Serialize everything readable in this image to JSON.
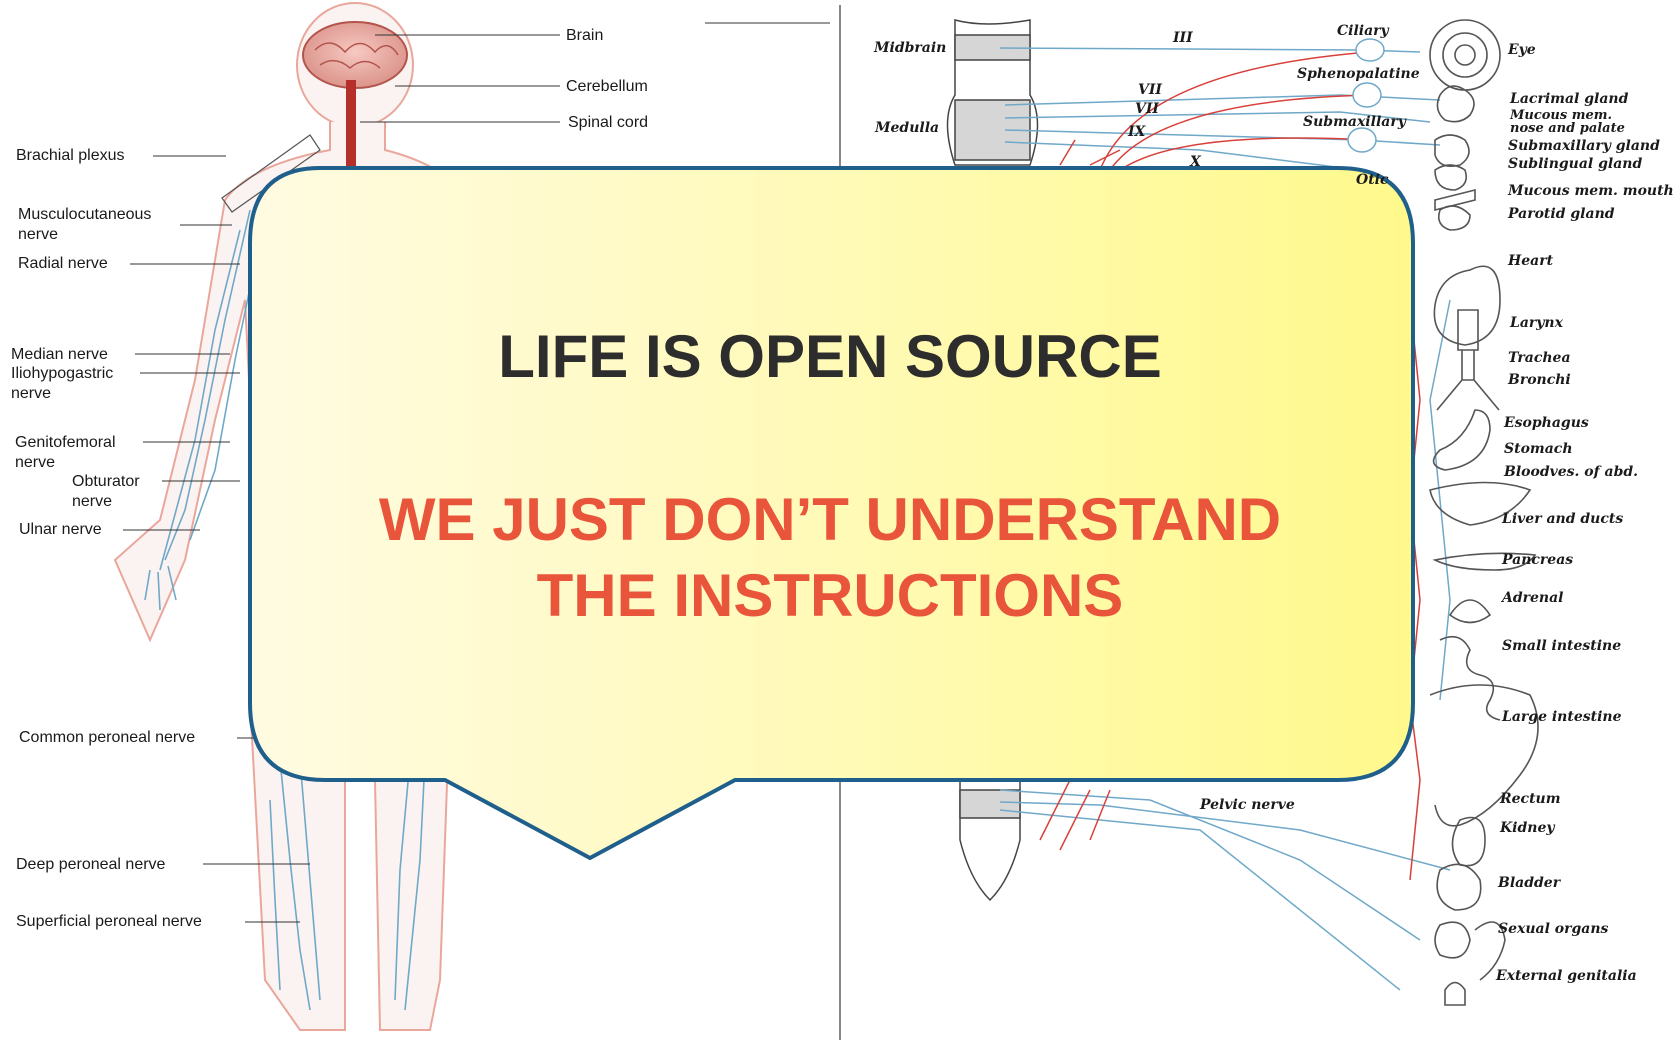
{
  "bubble": {
    "headline": "LIFE IS OPEN SOURCE",
    "tagline_line1": "WE JUST DON’T UNDERSTAND",
    "tagline_line2": "THE INSTRUCTIONS",
    "headline_color": "#2d2d2d",
    "tagline_color": "#e8553a",
    "border_color": "#1f5f8b"
  },
  "left_diagram": {
    "labels": {
      "brain": "Brain",
      "cerebellum": "Cerebellum",
      "spinal_cord": "Spinal cord",
      "brachial_plexus": "Brachial plexus",
      "musculocutaneous": "Musculocutaneous\nnerve",
      "radial": "Radial nerve",
      "median": "Median nerve",
      "iliohypogastric": "Iliohypogastric\nnerve",
      "genitofemoral": "Genitofemoral\nnerve",
      "obturator": "Obturator\nnerve",
      "ulnar": "Ulnar nerve",
      "common_peroneal": "Common peroneal nerve",
      "deep_peroneal": "Deep peroneal nerve",
      "superficial_peroneal": "Superficial peroneal nerve"
    }
  },
  "right_diagram": {
    "labels": {
      "midbrain": "Midbrain",
      "medulla": "Medulla",
      "roman_iii": "III",
      "roman_vii_a": "VII",
      "roman_vii_b": "VII",
      "roman_ix": "IX",
      "roman_x": "X",
      "ciliary": "Ciliary",
      "sphenopalatine": "Sphenopalatine",
      "submaxillary_ganglion": "Submaxillary",
      "otic": "Otic",
      "pelvic_nerve": "Pelvic nerve",
      "eye": "Eye",
      "lacrimal_gland": "Lacrimal gland",
      "mucous_nose": "Mucous mem.\nnose and palate",
      "submaxillary_gland": "Submaxillary gland",
      "sublingual_gland": "Sublingual gland",
      "mucous_mouth": "Mucous mem. mouth",
      "parotid_gland": "Parotid gland",
      "heart": "Heart",
      "larynx": "Larynx",
      "trachea": "Trachea",
      "bronchi": "Bronchi",
      "esophagus": "Esophagus",
      "stomach": "Stomach",
      "bloodves": "Bloodves. of abd.",
      "liver": "Liver and ducts",
      "pancreas": "Pancreas",
      "adrenal": "Adrenal",
      "small_intestine": "Small intestine",
      "large_intestine": "Large intestine",
      "rectum": "Rectum",
      "kidney": "Kidney",
      "bladder": "Bladder",
      "sexual_organs": "Sexual organs",
      "external_genitalia": "External genitalia"
    }
  },
  "colors": {
    "nerve_blue": "#6fa8c8",
    "nerve_red": "#d9403a",
    "bubble_fill_left": "#fffbe0",
    "bubble_fill_right": "#fff990"
  }
}
